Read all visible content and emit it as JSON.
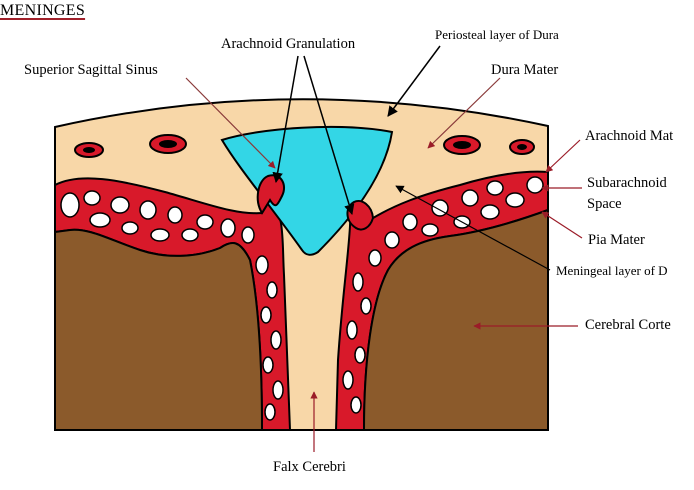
{
  "heading": "MENINGES",
  "labels": {
    "arachnoid_granulation": "Arachnoid Granulation",
    "periosteal_layer": "Periosteal layer of Dura",
    "superior_sagittal_sinus": "Superior Sagittal Sinus",
    "dura_mater": "Dura Mater",
    "arachnoid_mater": "Arachnoid Mat",
    "subarachnoid_space_1": "Subarachnoid",
    "subarachnoid_space_2": "Space",
    "pia_mater": "Pia Mater",
    "meningeal_layer": "Meningeal layer of D",
    "cerebral_cortex": "Cerebral Corte",
    "falx_cerebri": "Falx Cerebri"
  },
  "colors": {
    "dura": "#f8d7a8",
    "sinus": "#33d6e6",
    "cortex": "#8b5a2b",
    "subarachnoid": "#d8192a",
    "pointer_red": "#9b1c28",
    "outline": "#000000",
    "heading_underline": "#a0202a"
  }
}
